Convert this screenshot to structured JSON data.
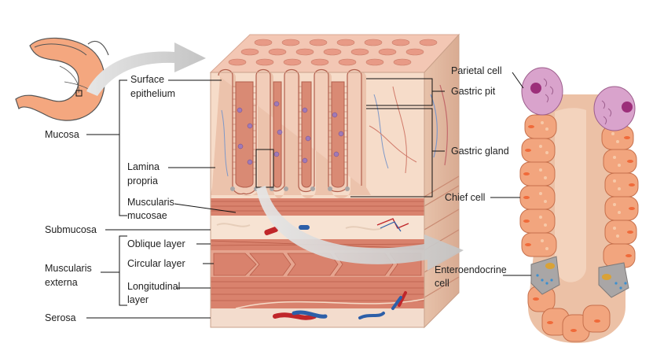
{
  "labels": {
    "surface_epithelium": [
      "Surface",
      "epithelium"
    ],
    "mucosa": "Mucosa",
    "lamina_propria": [
      "Lamina",
      "propria"
    ],
    "muscularis_mucosae": [
      "Muscularis",
      "mucosae"
    ],
    "submucosa": "Submucosa",
    "oblique_layer": "Oblique layer",
    "circular_layer": "Circular layer",
    "muscularis_externa": [
      "Muscularis",
      "externa"
    ],
    "longitudinal_layer": [
      "Longitudinal",
      "layer"
    ],
    "serosa": "Serosa",
    "parietal_cell": "Parietal cell",
    "gastric_pit": "Gastric pit",
    "gastric_gland": "Gastric gland",
    "chief_cell": "Chief cell",
    "enteroendocrine_cell": [
      "Enteroendocrine",
      "cell"
    ]
  },
  "colors": {
    "mucosa_bg": "#f6dcc9",
    "pit_tissue": "#cf7d6a",
    "epithelium": "#e89a86",
    "muscle": "#d9826d",
    "muscle_dark": "#b95d49",
    "submucosa": "#f7e3d3",
    "serosa": "#f3dccd",
    "gland_cell": "#f2a57e",
    "gland_cell_dark": "#e58a61",
    "nucleus": "#f06a3a",
    "parietal": "#d9a3cc",
    "parietal_nucleus": "#9c2f7a",
    "enteroendocrine": "#a9a6a6",
    "artery": "#c0262a",
    "vein": "#2d5fa8",
    "arrow": "#d2d2d2"
  }
}
